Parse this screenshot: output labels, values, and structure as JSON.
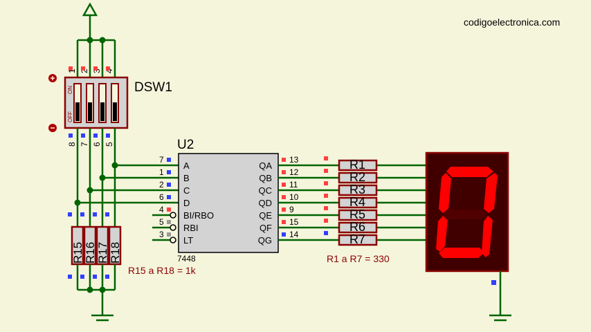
{
  "watermark": "codigoelectronica.com",
  "dsw": {
    "name": "DSW1",
    "top_pins": [
      "1",
      "2",
      "3",
      "4"
    ],
    "bottom_pins": [
      "8",
      "7",
      "6",
      "5"
    ],
    "on_label": "ON",
    "off_label": "OFF"
  },
  "ic": {
    "ref": "U2",
    "part": "7448",
    "left_pins": [
      {
        "num": "7",
        "name": "A"
      },
      {
        "num": "1",
        "name": "B"
      },
      {
        "num": "2",
        "name": "C"
      },
      {
        "num": "6",
        "name": "D"
      },
      {
        "num": "4",
        "name": "BI/RBO"
      },
      {
        "num": "5",
        "name": "RBI"
      },
      {
        "num": "3",
        "name": "LT"
      }
    ],
    "right_pins": [
      {
        "num": "13",
        "name": "QA"
      },
      {
        "num": "12",
        "name": "QB"
      },
      {
        "num": "11",
        "name": "QC"
      },
      {
        "num": "10",
        "name": "QD"
      },
      {
        "num": "9",
        "name": "QE"
      },
      {
        "num": "15",
        "name": "QF"
      },
      {
        "num": "14",
        "name": "QG"
      }
    ]
  },
  "output_resistors": [
    "R1",
    "R2",
    "R3",
    "R4",
    "R5",
    "R6",
    "R7"
  ],
  "output_resistor_note": "R1 a R7 = 330",
  "pulldown_resistors": [
    "R15",
    "R16",
    "R17",
    "R18"
  ],
  "pulldown_note": "R15 a R18 = 1k",
  "colors": {
    "wire": "#006400",
    "component": "#8b0000",
    "fill": "#d3d3d3",
    "segment_on": "#ff0000",
    "display_body": "#400000",
    "pin_high": "#ff4040",
    "pin_low": "#3040ff",
    "background": "#f5f5dc"
  }
}
